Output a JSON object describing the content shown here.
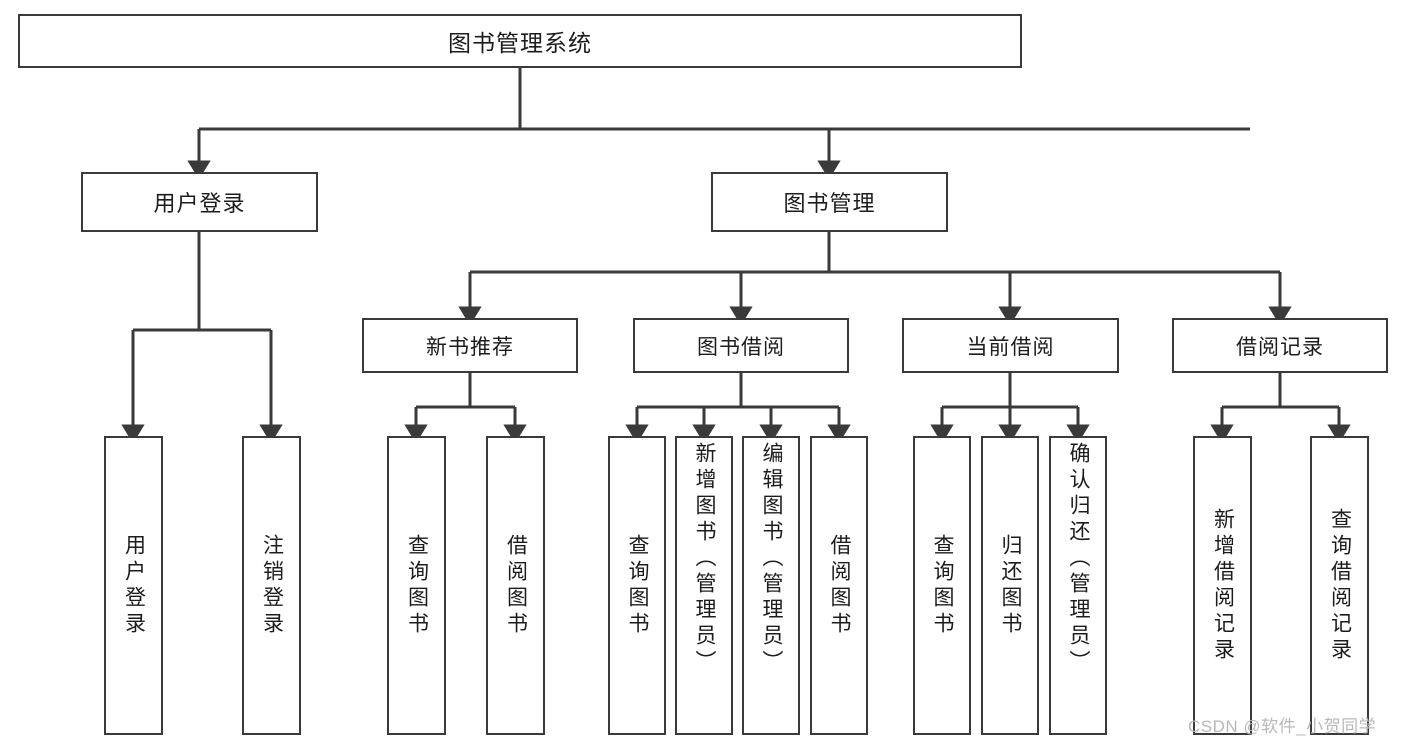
{
  "diagram": {
    "title": "图书管理系统",
    "type": "tree",
    "orientation": "top-down",
    "watermark": "CSDN @软件_小贺同学",
    "colors": {
      "box_border": "#3a3a3a",
      "box_fill": "#ffffff",
      "edge": "#3a3a3a",
      "text": "#1c1c1c",
      "watermark": "#b9b9b9",
      "background": "#ffffff"
    },
    "levels": {
      "root": "图书管理系统",
      "level2": [
        "用户登录",
        "图书管理"
      ],
      "level3": [
        "新书推荐",
        "图书借阅",
        "当前借阅",
        "借阅记录"
      ]
    },
    "nodes": {
      "root": {
        "label": "图书管理系统"
      },
      "user_login": {
        "label": "用户登录"
      },
      "book_manage": {
        "label": "图书管理"
      },
      "new_book_rec": {
        "label": "新书推荐"
      },
      "book_borrow": {
        "label": "图书借阅"
      },
      "current_borrow": {
        "label": "当前借阅"
      },
      "borrow_record": {
        "label": "借阅记录"
      }
    },
    "leaves": {
      "user_login": [
        {
          "label": "用户登录"
        },
        {
          "label": "注销登录"
        }
      ],
      "new_book_rec": [
        {
          "label": "查询图书"
        },
        {
          "label": "借阅图书"
        }
      ],
      "book_borrow": [
        {
          "label": "查询图书"
        },
        {
          "label": "新增图书（管理员）"
        },
        {
          "label": "编辑图书（管理员）"
        },
        {
          "label": "借阅图书"
        }
      ],
      "current_borrow": [
        {
          "label": "查询图书"
        },
        {
          "label": "归还图书"
        },
        {
          "label": "确认归还（管理员）"
        }
      ],
      "borrow_record": [
        {
          "label": "新增借阅记录"
        },
        {
          "label": "查询借阅记录"
        }
      ]
    }
  }
}
